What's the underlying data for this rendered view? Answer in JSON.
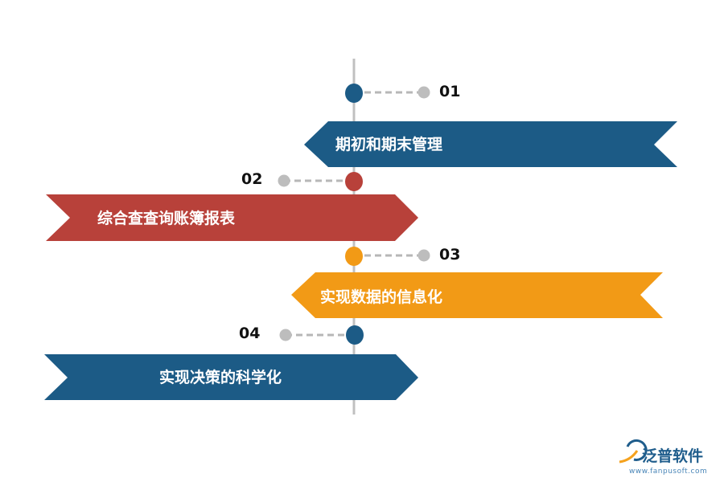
{
  "colors": {
    "axis": "#c0c0c0",
    "connector": "#b7b7b7",
    "end_dot": "#bdbdbd",
    "blue": "#1c5b86",
    "red": "#b8413a",
    "orange": "#f29a16",
    "logo_blue": "#1f5d8c",
    "logo_orange": "#f5a21e"
  },
  "steps": [
    {
      "number": "01",
      "label": "期初和期末管理",
      "color": "#1c5b86",
      "side": "right"
    },
    {
      "number": "02",
      "label": "综合查查询账簿报表",
      "color": "#b8413a",
      "side": "left"
    },
    {
      "number": "03",
      "label": "实现数据的信息化",
      "color": "#f29a16",
      "side": "right"
    },
    {
      "number": "04",
      "label": "实现决策的科学化",
      "color": "#1c5b86",
      "side": "left"
    }
  ],
  "logo": {
    "name": "泛普软件",
    "url": "www.fanpusoft.com",
    "icon": "fanpu-logo-icon"
  }
}
